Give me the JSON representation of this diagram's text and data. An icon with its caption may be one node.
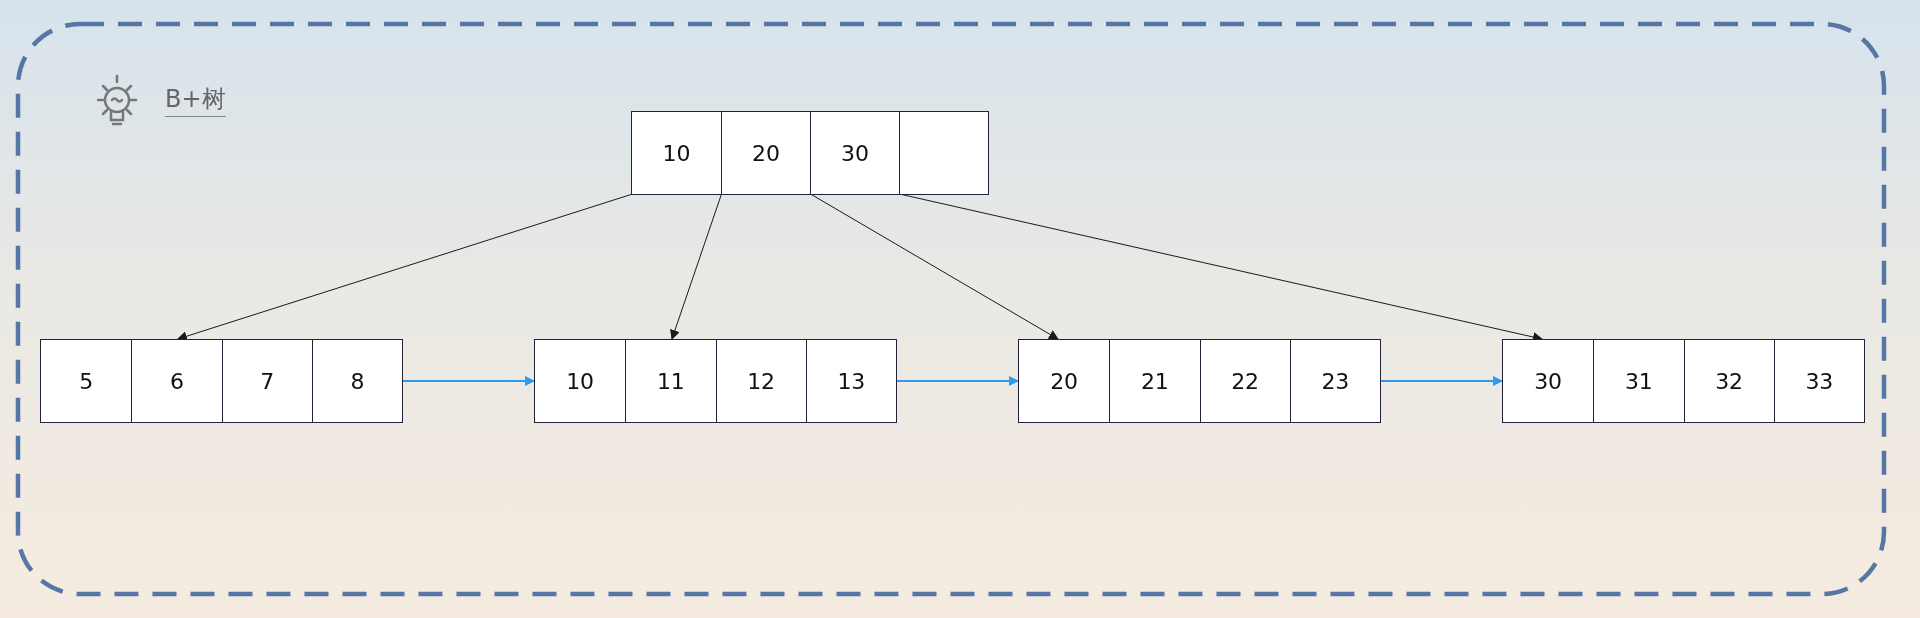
{
  "diagram": {
    "title": "B+树",
    "nodes": [
      {
        "text": [],
        "shape": "box"
      },
      {
        "text": [
          "10"
        ],
        "in": 0
      },
      {
        "text": [
          "20"
        ],
        "in": 0
      },
      {
        "text": [
          "30"
        ],
        "in": 0
      },
      {
        "text": [],
        "shape": "box",
        "in": 0
      },
      {
        "text": [],
        "shape": "box"
      },
      {
        "text": [
          "5"
        ],
        "in": 5
      },
      {
        "text": [
          "6"
        ],
        "in": 5
      },
      {
        "text": [
          "7"
        ],
        "in": 5
      },
      {
        "text": [
          "8"
        ],
        "in": 5
      },
      {
        "text": [],
        "shape": "box"
      },
      {
        "text": [
          "10"
        ],
        "in": 10
      },
      {
        "text": [
          "11"
        ],
        "in": 10
      },
      {
        "text": [
          "12"
        ],
        "in": 10
      },
      {
        "text": [
          "13"
        ],
        "in": 10
      },
      {
        "text": [],
        "shape": "box"
      },
      {
        "text": [
          "20"
        ],
        "in": 15
      },
      {
        "text": [
          "21"
        ],
        "in": 15
      },
      {
        "text": [
          "22"
        ],
        "in": 15
      },
      {
        "text": [
          "23"
        ],
        "in": 15
      },
      {
        "text": [],
        "shape": "box"
      },
      {
        "text": [
          "30"
        ],
        "in": 20
      },
      {
        "text": [
          "31"
        ],
        "in": 20
      },
      {
        "text": [
          "32"
        ],
        "in": 20
      },
      {
        "text": [
          "33"
        ],
        "in": 20
      }
    ],
    "edges": [
      {
        "from": 1,
        "to": 5,
        "arrow": "to"
      },
      {
        "from": 2,
        "to": 10,
        "arrow": "to"
      },
      {
        "from": 3,
        "to": 15,
        "arrow": "to"
      },
      {
        "from": 4,
        "to": 20,
        "arrow": "to"
      },
      {
        "from": 5,
        "to": 10,
        "arrow": "to",
        "color": "#2d9bf0"
      },
      {
        "from": 10,
        "to": 15,
        "arrow": "to",
        "color": "#2d9bf0"
      },
      {
        "from": 15,
        "to": 20,
        "arrow": "to",
        "color": "#2d9bf0"
      }
    ]
  }
}
